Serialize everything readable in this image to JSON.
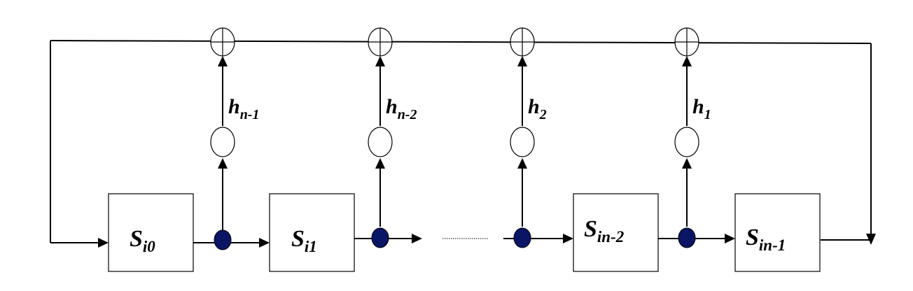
{
  "diagram": {
    "registers": [
      {
        "main": "S",
        "sub": "i0"
      },
      {
        "main": "S",
        "sub": "i1"
      },
      {
        "main": "S",
        "sub": "in-2"
      },
      {
        "main": "S",
        "sub": "in-1"
      }
    ],
    "coefficients": [
      {
        "main": "h",
        "sub": "n-1"
      },
      {
        "main": "h",
        "sub": "n-2"
      },
      {
        "main": "h",
        "sub": "2"
      },
      {
        "main": "h",
        "sub": "1"
      }
    ],
    "colors": {
      "tap_dot": "#0b1565",
      "line": "#000000",
      "background": "#ffffff"
    },
    "icons": {
      "xor": "circled-plus",
      "multiplier": "open-circle",
      "tap": "filled-circle"
    }
  }
}
